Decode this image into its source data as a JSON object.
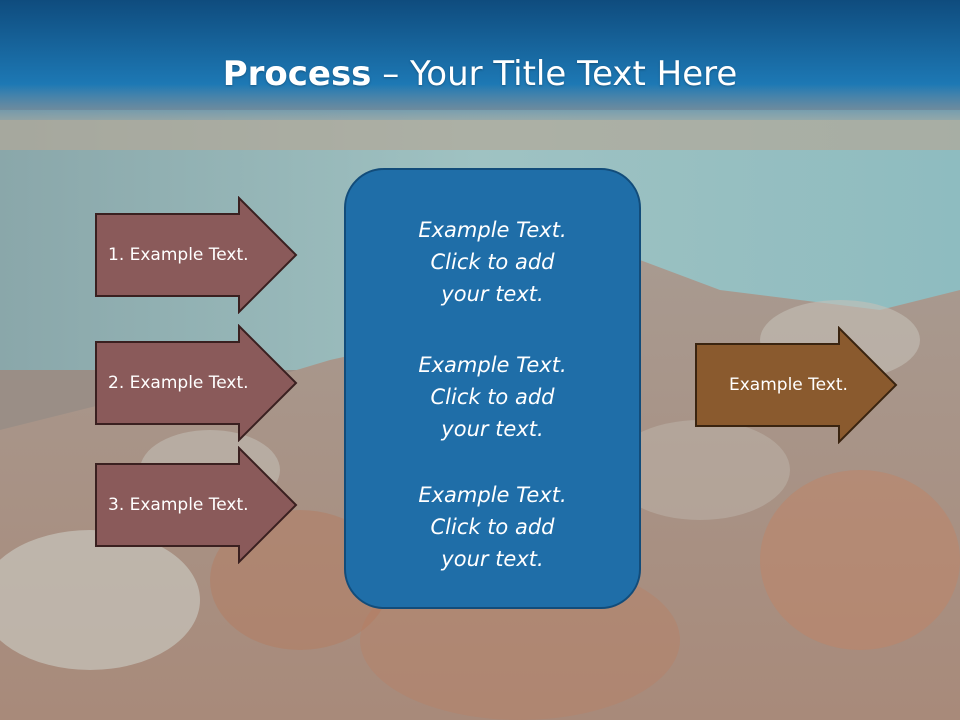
{
  "slide": {
    "title_bold": "Process",
    "title_rest": " – Your Title Text Here",
    "left_arrows": [
      {
        "label": "1. Example Text."
      },
      {
        "label": "2. Example Text."
      },
      {
        "label": "3. Example Text."
      }
    ],
    "center_blocks": [
      {
        "line1": "Example Text.",
        "line2": "Click  to add",
        "line3": "your text."
      },
      {
        "line1": "Example Text.",
        "line2": "Click  to add",
        "line3": "your text."
      },
      {
        "line1": "Example Text.",
        "line2": "Click  to add",
        "line3": "your text."
      }
    ],
    "right_arrow": {
      "label": "Example Text."
    }
  },
  "colors": {
    "header_blue": "#1c6aa3",
    "left_arrow_fill": "#8a5a5a",
    "right_arrow_fill": "#8a5a2e",
    "center_box_fill": "#1f6ea8"
  }
}
